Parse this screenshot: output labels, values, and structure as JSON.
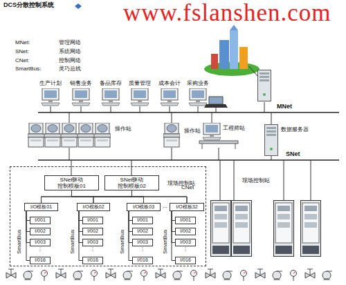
{
  "diagram": {
    "title": "DCS分散控制系统",
    "nodes": [
      {
        "text": [
          "现场控制站"
        ]
      },
      {
        "text": [
          "SNet驱动 控制模板01"
        ],
        "in": 0
      },
      {
        "text": [
          "SNet驱动 控制模板02"
        ],
        "in": 0
      },
      {
        "text": [
          "I/O模板01"
        ],
        "in": 0
      },
      {
        "text": [
          "I/O模板02"
        ],
        "in": 0
      },
      {
        "text": [
          "I/O模板03"
        ],
        "in": 0
      },
      {
        "text": [
          "I/O模板32"
        ],
        "in": 0
      },
      {
        "text": [
          "I/001"
        ],
        "in": 0
      },
      {
        "text": [
          "I/002"
        ],
        "in": 0
      },
      {
        "text": [
          "I/003"
        ],
        "in": 0
      },
      {
        "text": [
          "I/016"
        ],
        "in": 0
      },
      {
        "text": [
          "I/001"
        ],
        "in": 0
      },
      {
        "text": [
          "I/002"
        ],
        "in": 0
      },
      {
        "text": [
          "I/003"
        ],
        "in": 0
      },
      {
        "text": [
          "I/016"
        ],
        "in": 0
      },
      {
        "text": [
          "I/001"
        ],
        "in": 0
      },
      {
        "text": [
          "I/002"
        ],
        "in": 0
      },
      {
        "text": [
          "I/003"
        ],
        "in": 0
      },
      {
        "text": [
          "I/016"
        ],
        "in": 0
      },
      {
        "text": [
          "I/001"
        ],
        "in": 0
      },
      {
        "text": [
          "I/002"
        ],
        "in": 0
      },
      {
        "text": [
          "I/003"
        ],
        "in": 0
      },
      {
        "text": [
          "I/016"
        ],
        "in": 0
      }
    ],
    "edges": [
      {
        "from": 1,
        "to": 3,
        "arrow": "none"
      },
      {
        "from": 1,
        "to": 4,
        "arrow": "none"
      },
      {
        "from": 1,
        "to": 5,
        "arrow": "none"
      },
      {
        "from": 1,
        "to": 6,
        "arrow": "none"
      },
      {
        "from": 2,
        "to": 3,
        "arrow": "none"
      },
      {
        "from": 2,
        "to": 4,
        "arrow": "none"
      },
      {
        "from": 2,
        "to": 5,
        "arrow": "none"
      },
      {
        "from": 2,
        "to": 6,
        "arrow": "none"
      },
      {
        "from": 3,
        "to": 7,
        "arrow": "none"
      },
      {
        "from": 3,
        "to": 8,
        "arrow": "none"
      },
      {
        "from": 3,
        "to": 9,
        "arrow": "none"
      },
      {
        "from": 3,
        "to": 10,
        "arrow": "none"
      },
      {
        "from": 4,
        "to": 11,
        "arrow": "none"
      },
      {
        "from": 4,
        "to": 12,
        "arrow": "none"
      },
      {
        "from": 4,
        "to": 13,
        "arrow": "none"
      },
      {
        "from": 4,
        "to": 14,
        "arrow": "none"
      },
      {
        "from": 5,
        "to": 15,
        "arrow": "none"
      },
      {
        "from": 5,
        "to": 16,
        "arrow": "none"
      },
      {
        "from": 5,
        "to": 17,
        "arrow": "none"
      },
      {
        "from": 5,
        "to": 18,
        "arrow": "none"
      },
      {
        "from": 6,
        "to": 19,
        "arrow": "none"
      },
      {
        "from": 6,
        "to": 20,
        "arrow": "none"
      },
      {
        "from": 6,
        "to": 21,
        "arrow": "none"
      },
      {
        "from": 6,
        "to": 22,
        "arrow": "none"
      }
    ],
    "labels": [
      "www.fslanshen.com",
      "MNet:",
      "管理网络",
      "SNet:",
      "系统网络",
      "CNet:",
      "控制网络",
      "SmartBus:",
      "灵巧总线",
      "生产计划",
      "销售业务",
      "备品库存",
      "质量管理",
      "成本会计",
      "采购业务",
      "MNet",
      "操作站",
      "操作站",
      "工程师站",
      "数据服务器",
      "SNet",
      "CNet",
      "现场控制站",
      "...",
      "SmartBus",
      "SmartBus",
      "SmartBus",
      "SmartBus",
      "⋮",
      "⋮",
      "⋮",
      "⋮"
    ]
  }
}
